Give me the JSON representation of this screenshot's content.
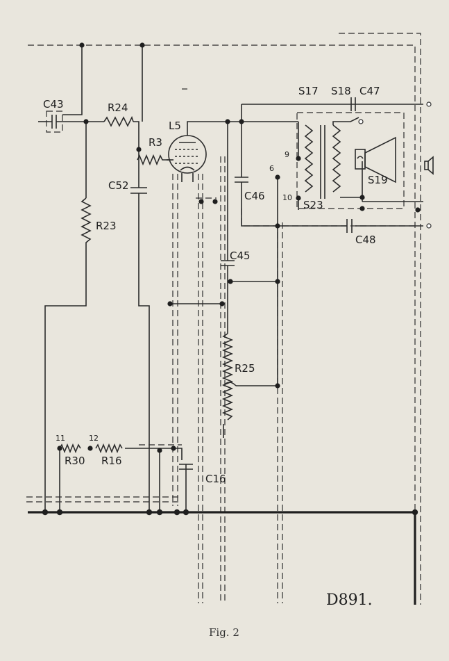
{
  "figure": {
    "caption": "Fig. 2",
    "drawing_number": "D891."
  },
  "labels": {
    "C43": "C43",
    "R24": "R24",
    "R3": "R3",
    "L5": "L5",
    "C52": "C52",
    "R23": "R23",
    "C46": "C46",
    "C45": "C45",
    "R25": "R25",
    "C47": "C47",
    "C48": "C48",
    "C16": "C16",
    "R30": "R30",
    "R16": "R16",
    "S17": "S17",
    "S18": "S18",
    "S19": "S19",
    "S23": "S23"
  },
  "terminals": {
    "t6": "6",
    "t9": "9",
    "t10": "10",
    "t11": "11",
    "t12": "12"
  }
}
